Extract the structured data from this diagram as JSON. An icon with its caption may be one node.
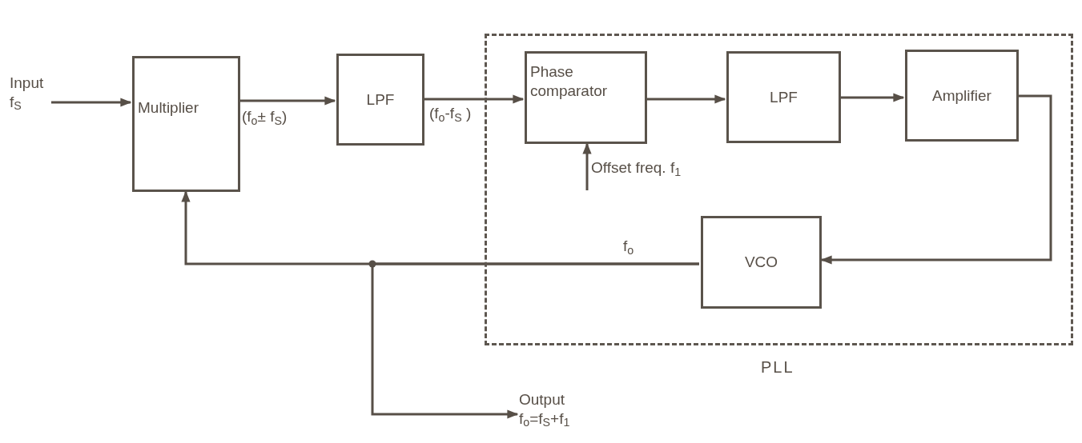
{
  "diagram": {
    "nodes": [
      {
        "text": [
          "Input f$_{S}$"
        ]
      },
      {
        "text": [
          "Multiplier"
        ]
      },
      {
        "text": [
          "LPF"
        ]
      },
      {
        "text": [
          "PLL"
        ]
      },
      {
        "text": [
          "Phase comparator"
        ],
        "in": 3
      },
      {
        "text": [
          "LPF"
        ],
        "in": 3
      },
      {
        "text": [
          "Amplifier"
        ],
        "in": 3
      },
      {
        "text": [
          "VCO"
        ],
        "in": 3
      },
      {
        "text": [
          "Offset freq. f$_{1}$"
        ],
        "in": 3
      },
      {
        "text": [
          "Output f$_{o}$=f$_{S}$+f$_{1}$"
        ]
      }
    ],
    "edges": [
      {
        "from": 0,
        "to": 1,
        "arrow": "to"
      },
      {
        "from": 1,
        "to": 2,
        "arrow": "to",
        "label": "(f$_{o}$± f$_{S}$)"
      },
      {
        "from": 2,
        "to": 4,
        "arrow": "to",
        "label": "(f$_{o}$-f$_{S}$ )"
      },
      {
        "from": 4,
        "to": 5,
        "arrow": "to"
      },
      {
        "from": 5,
        "to": 6,
        "arrow": "to"
      },
      {
        "from": 6,
        "to": 7,
        "arrow": "to"
      },
      {
        "from": 8,
        "to": 4,
        "arrow": "to"
      },
      {
        "from": 7,
        "to": 1,
        "arrow": "to",
        "label": "f$_{o}$"
      },
      {
        "from": 7,
        "to": 9,
        "arrow": "to"
      }
    ]
  }
}
